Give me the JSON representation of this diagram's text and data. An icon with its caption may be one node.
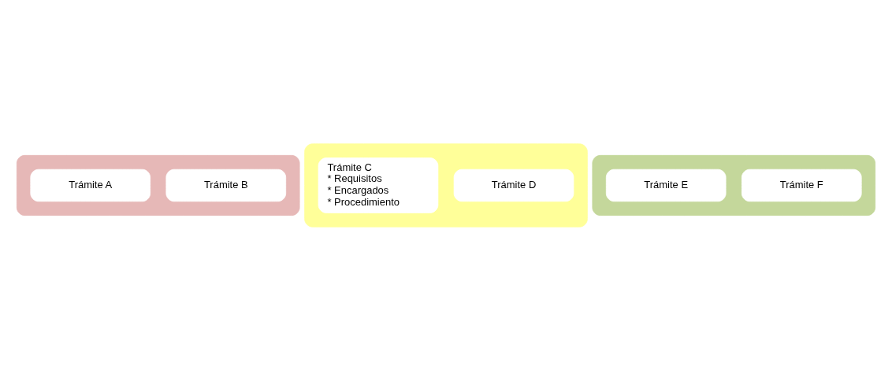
{
  "diagram": {
    "nodes": [
      {
        "text": [],
        "shape": "box"
      },
      {
        "text": [
          "Trámite A"
        ],
        "in": 0
      },
      {
        "text": [
          "Trámite B"
        ],
        "in": 0
      },
      {
        "text": [],
        "shape": "box"
      },
      {
        "text": [
          "Trámite C",
          "* Requisitos",
          "* Encargados",
          "* Procedimiento"
        ],
        "in": 3
      },
      {
        "text": [
          "Trámite D"
        ],
        "in": 3
      },
      {
        "text": [],
        "shape": "box"
      },
      {
        "text": [
          "Trámite E"
        ],
        "in": 6
      },
      {
        "text": [
          "Trámite F"
        ],
        "in": 6
      }
    ],
    "edges": []
  }
}
